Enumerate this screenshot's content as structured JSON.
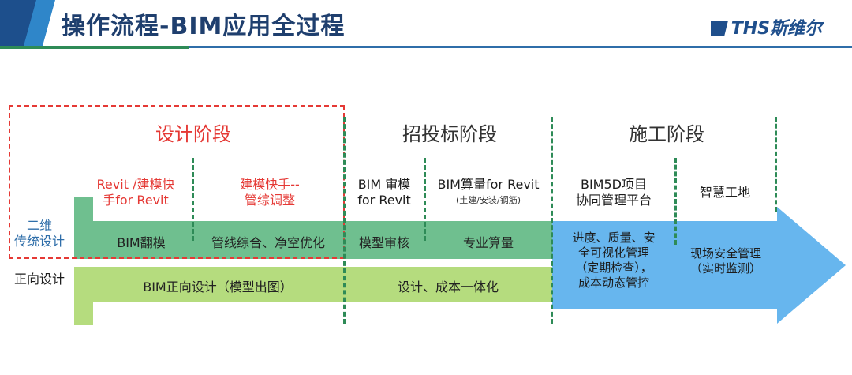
{
  "header": {
    "title": "操作流程-BIM应用全过程",
    "logo_text": "THS斯维尔"
  },
  "phases": [
    {
      "label": "设计阶段",
      "color": "#e53935"
    },
    {
      "label": "招投标阶段",
      "color": "#333333"
    },
    {
      "label": "施工阶段",
      "color": "#333333"
    }
  ],
  "left_labels": {
    "traditional_line1": "二维",
    "traditional_line2": "传统设计",
    "forward": "正向设计"
  },
  "subheadings": [
    {
      "line1": "Revit /建模快",
      "line2": "手for Revit",
      "color": "#e53935"
    },
    {
      "line1": "建模快手--",
      "line2": "管综调整",
      "color": "#e53935"
    },
    {
      "line1": "BIM 审模",
      "line2": "for Revit",
      "color": "#1c1c1c"
    },
    {
      "line1": "BIM算量for Revit",
      "line2": "(土建/安装/钢筋)",
      "color": "#1c1c1c"
    },
    {
      "line1": "BIM5D项目",
      "line2": "协同管理平台",
      "color": "#1c1c1c"
    },
    {
      "line1": "智慧工地",
      "line2": "",
      "color": "#1c1c1c"
    }
  ],
  "upper_band": [
    "BIM翻模",
    "管线综合、净空优化",
    "模型审核",
    "专业算量"
  ],
  "lower_band": [
    "BIM正向设计（模型出图）",
    "设计、成本一体化"
  ],
  "arrow_blocks": [
    {
      "lines": [
        "进度、质量、安",
        "全可视化管理",
        "（定期检查），",
        "成本动态管控"
      ]
    },
    {
      "lines": [
        "现场安全管理",
        "（实时监测）"
      ]
    }
  ],
  "colors": {
    "green_dark": "#6fbf8f",
    "green_light": "#b5dc7e",
    "arrow_blue": "#67b6ee",
    "dash_green": "#2e8b57",
    "accent_red": "#e53935",
    "title_blue": "#1f3f6e"
  }
}
